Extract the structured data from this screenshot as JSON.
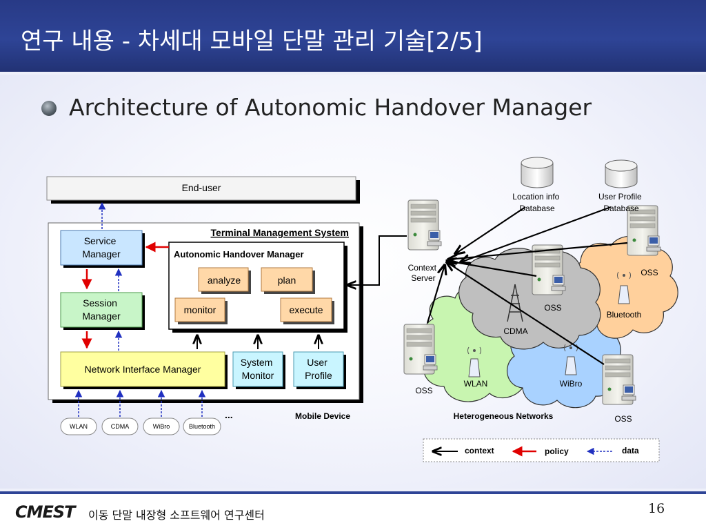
{
  "slide": {
    "title": "연구 내용 - 차세대 모바일 단말 관리 기술[2/5]",
    "bullet": "Architecture of Autonomic Handover Manager",
    "page_number": "16"
  },
  "footer": {
    "logo": "CMEST",
    "org": "이동 단말 내장형 소프트웨어 연구센터"
  },
  "device": {
    "end_user": "End-user",
    "tms_title": "Terminal Management System",
    "ahm_title": "Autonomic Handover Manager",
    "service_manager": [
      "Service",
      "Manager"
    ],
    "session_manager": [
      "Session",
      "Manager"
    ],
    "analyze": "analyze",
    "plan": "plan",
    "monitor": "monitor",
    "execute": "execute",
    "network_interface_manager": "Network Interface Manager",
    "system_monitor": [
      "System",
      "Monitor"
    ],
    "user_profile": [
      "User",
      "Profile"
    ],
    "interfaces": [
      "WLAN",
      "CDMA",
      "WiBro",
      "Bluetooth"
    ],
    "ellipsis": "...",
    "caption": "Mobile Device"
  },
  "network": {
    "location_db": [
      "Location info",
      "Database"
    ],
    "user_profile_db": [
      "User Profile",
      "Database"
    ],
    "context_server": [
      "Context",
      "Server"
    ],
    "oss": "OSS",
    "cdma": "CDMA",
    "bluetooth": "Bluetooth",
    "wlan": "WLAN",
    "wibro": "WiBro",
    "caption": "Heterogeneous Networks"
  },
  "legend": {
    "context": "context",
    "policy": "policy",
    "data": "data"
  },
  "colors": {
    "header": "#2e4496",
    "service_box": "#c9e6ff",
    "session_box": "#c8f5c8",
    "aci_box": "#ffd8a8",
    "nim_box": "#ffffa0",
    "policy_arrow": "#e00000",
    "data_arrow": "#2030c0",
    "cloud_cdma": "#bfbfbf",
    "cloud_bluetooth": "#ffd09c",
    "cloud_wlan": "#c8f5b0",
    "cloud_wibro": "#a9d2ff"
  }
}
